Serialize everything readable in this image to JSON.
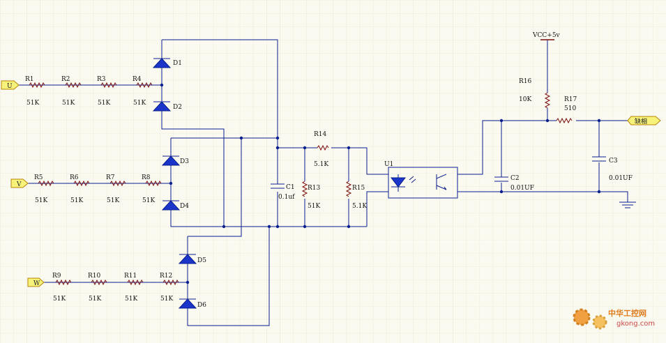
{
  "ports": [
    {
      "id": "U",
      "label": "U"
    },
    {
      "id": "V",
      "label": "V"
    },
    {
      "id": "W",
      "label": "W"
    },
    {
      "id": "out",
      "label": "缺相"
    }
  ],
  "resistors": [
    {
      "ref": "R1",
      "value": "51K"
    },
    {
      "ref": "R2",
      "value": "51K"
    },
    {
      "ref": "R3",
      "value": "51K"
    },
    {
      "ref": "R4",
      "value": "51K"
    },
    {
      "ref": "R5",
      "value": "51K"
    },
    {
      "ref": "R6",
      "value": "51K"
    },
    {
      "ref": "R7",
      "value": "51K"
    },
    {
      "ref": "R8",
      "value": "51K"
    },
    {
      "ref": "R9",
      "value": "51K"
    },
    {
      "ref": "R10",
      "value": "51K"
    },
    {
      "ref": "R11",
      "value": "51K"
    },
    {
      "ref": "R12",
      "value": "51K"
    },
    {
      "ref": "R13",
      "value": "51K"
    },
    {
      "ref": "R14",
      "value": "5.1K"
    },
    {
      "ref": "R15",
      "value": "5.1K"
    },
    {
      "ref": "R16",
      "value": "10K"
    },
    {
      "ref": "R17",
      "value": "510"
    }
  ],
  "diodes": [
    "D1",
    "D2",
    "D3",
    "D4",
    "D5",
    "D6"
  ],
  "capacitors": [
    {
      "ref": "C1",
      "value": "0.1uf"
    },
    {
      "ref": "C2",
      "value": "0.01UF"
    },
    {
      "ref": "C3",
      "value": "0.01UF"
    }
  ],
  "optocoupler": "U1",
  "power": "VCC+5v",
  "watermark": {
    "brand": "中华工控网",
    "url": "gkong.com"
  }
}
